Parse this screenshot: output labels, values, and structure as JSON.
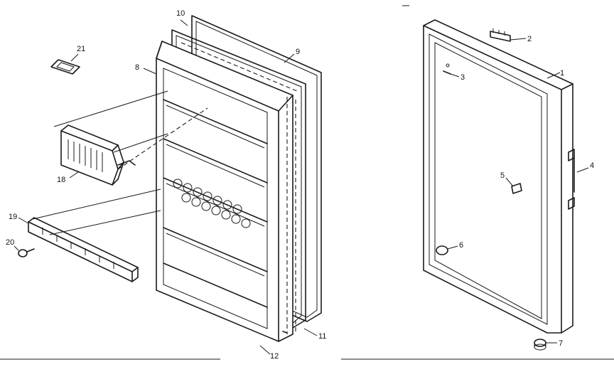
{
  "callouts": {
    "c1": "1",
    "c2": "2",
    "c3": "3",
    "c4": "4",
    "c5": "5",
    "c6": "6",
    "c7": "7",
    "c8": "8",
    "c9": "9",
    "c10": "10",
    "c11": "11",
    "c12": "12",
    "c18": "18",
    "c19": "19",
    "c20": "20",
    "c21": "21"
  }
}
